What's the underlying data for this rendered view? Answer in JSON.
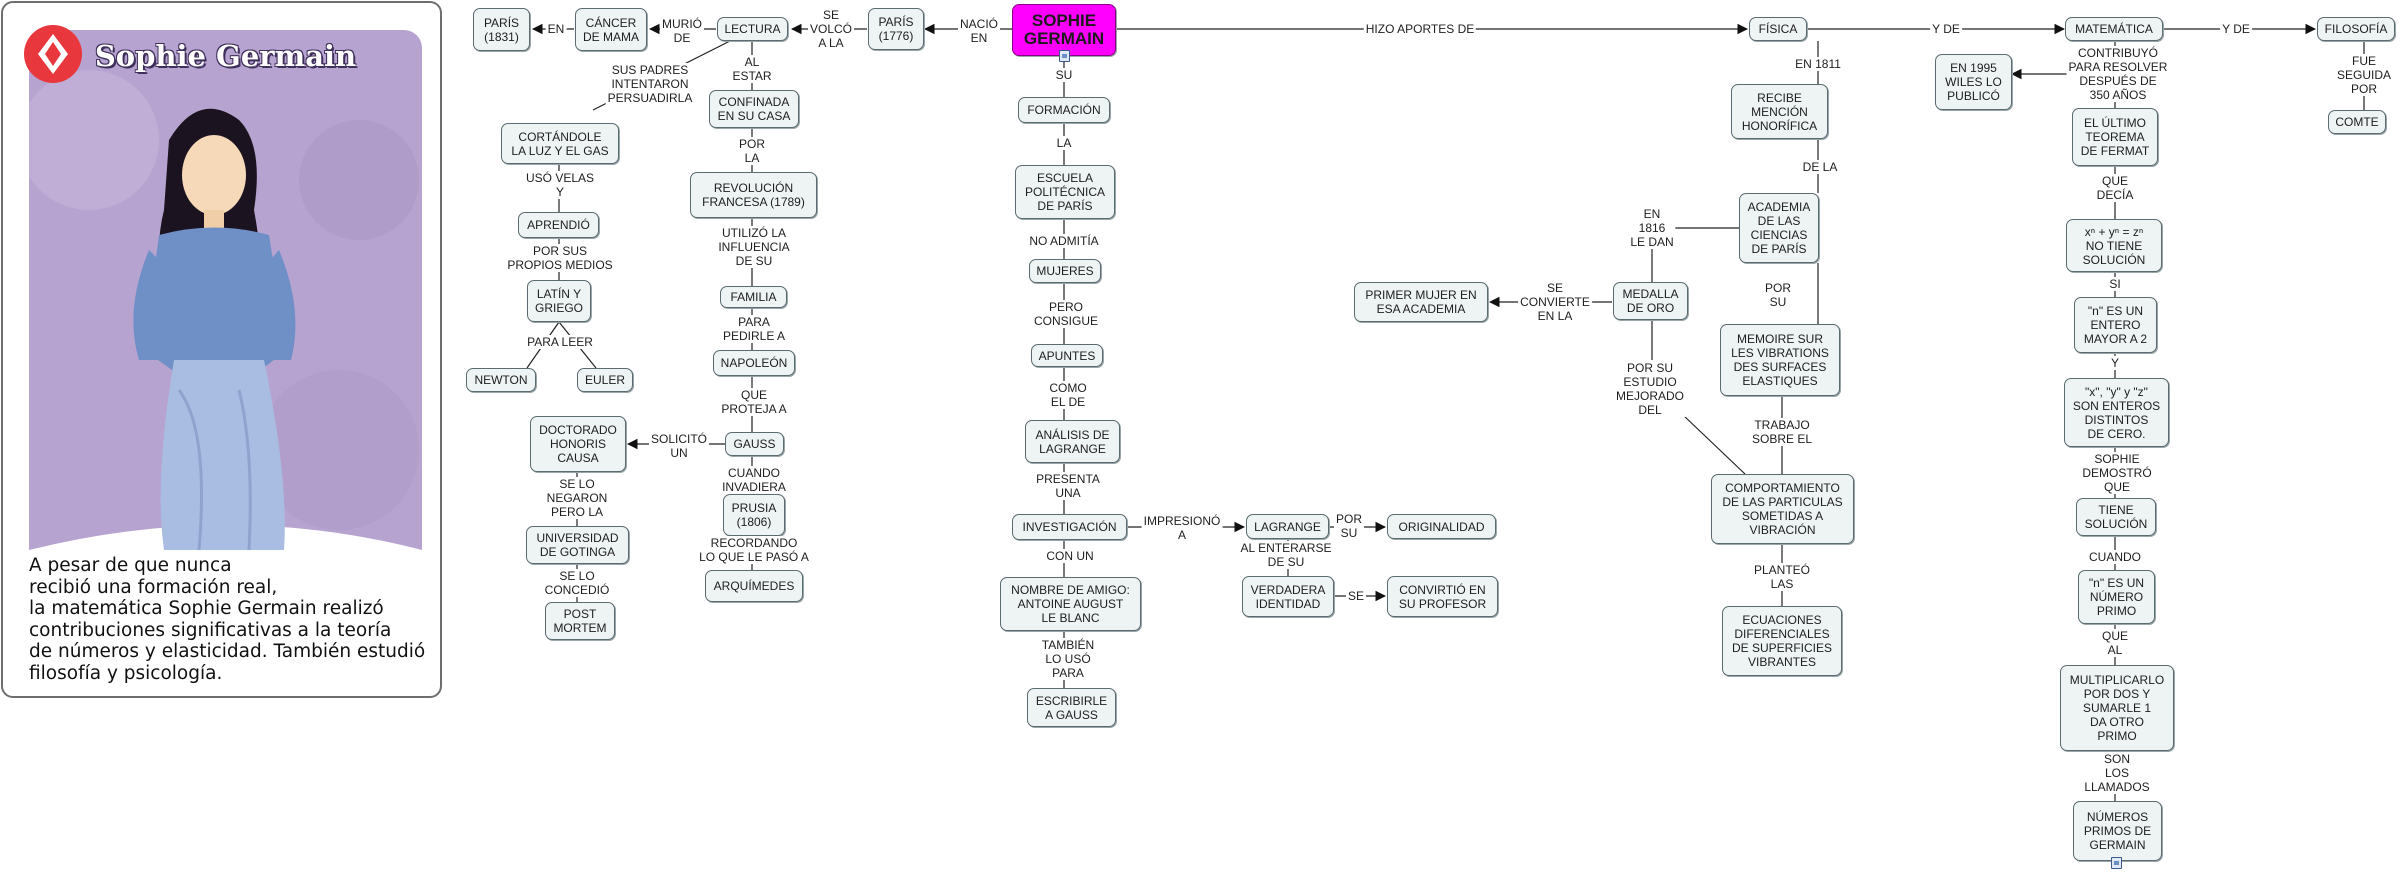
{
  "card": {
    "title": "Sophie Germain",
    "caption": "      A pesar de que nunca\n   recibió una formación real,\nla matemática Sophie Germain realizó\ncontribuciones significativas a la teoría\nde números y elasticidad. También estudió\nfilosofía y psicología.",
    "badge_icon": "diamond-badge-icon",
    "palette": {
      "card_bg": "#b7a3cf",
      "dress": "#a9bde3",
      "jacket": "#6f8fc7",
      "badge": "#e8383d"
    }
  },
  "nodes": {
    "root": "SOPHIE\nGERMAIN",
    "paris1776": "PARÍS\n(1776)",
    "lectura": "LECTURA",
    "cancer": "CÁNCER\nDE MAMA",
    "paris1831": "PARÍS\n(1831)",
    "confinada": "CONFINADA\nEN SU CASA",
    "revolucion": "REVOLUCIÓN\nFRANCESA (1789)",
    "familia": "FAMILIA",
    "napoleon": "NAPOLEÓN",
    "gauss": "GAUSS",
    "prusia": "PRUSIA\n(1806)",
    "arquimedes": "ARQUÍMEDES",
    "doctorado": "DOCTORADO\nHONORIS\nCAUSA",
    "gotinga": "UNIVERSIDAD\nDE GOTINGA",
    "postmortem": "POST\nMORTEM",
    "cortandole": "CORTÁNDOLE\nLA LUZ Y EL GAS",
    "aprendio": "APRENDIÓ",
    "latin": "LATÍN Y\nGRIEGO",
    "newton": "NEWTON",
    "euler": "EULER",
    "formacion": "FORMACIÓN",
    "escuela": "ESCUELA\nPOLITÉCNICA\nDE PARÍS",
    "mujeres": "MUJERES",
    "apuntes": "APUNTES",
    "analisis": "ANÁLISIS DE\nLAGRANGE",
    "investigacion": "INVESTIGACIÓN",
    "nombre": "NOMBRE DE AMIGO:\nANTOINE AUGUST\nLE BLANC",
    "escribirle": "ESCRIBIRLE\nA GAUSS",
    "lagrange": "LAGRANGE",
    "originalidad": "ORIGINALIDAD",
    "verdadera": "VERDADERA\nIDENTIDAD",
    "convirtio": "CONVIRTIÓ EN\nSU PROFESOR",
    "fisica": "FÍSICA",
    "mencion": "RECIBE\nMENCIÓN\nHONORÍFICA",
    "academia": "ACADEMIA\nDE LAS\nCIENCIAS\nDE PARÍS",
    "medalla": "MEDALLA\nDE ORO",
    "primer": "PRIMER MUJER EN\nESA ACADEMIA",
    "memoire": "MEMOIRE SUR\nLES VIBRATIONS\nDES SURFACES\nELASTIQUES",
    "comportamiento": "COMPORTAMIENTO\nDE LAS PARTICULAS\nSOMETIDAS A\nVIBRACIÓN",
    "ecuaciones": "ECUACIONES\nDIFERENCIALES\nDE SUPERFICIES\nVIBRANTES",
    "matematica": "MATEMÁTICA",
    "wiles": "EN 1995\nWILES LO\nPUBLICÓ",
    "fermat": "EL ÚLTIMO\nTEOREMA\nDE FERMAT",
    "formula": "xⁿ + yⁿ = zⁿ\nNO TIENE\nSOLUCIÓN",
    "nentero": "\"n\" ES UN\nENTERO\nMAYOR A 2",
    "xyz": "\"x\", \"y\" y \"z\"\nSON ENTEROS\nDISTINTOS\nDE CERO.",
    "tiene": "TIENE\nSOLUCIÓN",
    "nprimo": "\"n\" ES UN\nNÚMERO\nPRIMO",
    "multiplicarlo": "MULTIPLICARLO\nPOR DOS Y\nSUMARLE 1\nDA OTRO\nPRIMO",
    "numeros": "NÚMEROS\nPRIMOS DE\nGERMAIN",
    "filosofia": "FILOSOFÍA",
    "comte": "COMTE"
  },
  "links": {
    "nacio_en": "NACIÓ\nEN",
    "se_volco": "SE\nVOLCÓ\nA LA",
    "murio_de": "MURIÓ\nDE",
    "en": "EN",
    "al_estar": "AL\nESTAR",
    "sus_padres": "SUS PADRES\nINTENTARON\nPERSUADIRLA",
    "por_la": "POR\nLA",
    "utilizo": "UTILIZÓ LA\nINFLUENCIA\nDE SU",
    "para_pedirle": "PARA\nPEDIRLE A",
    "que_proteja": "QUE\nPROTEJA A",
    "cuando_invadiera": "CUANDO\nINVADIERA",
    "recordando": "RECORDANDO\nLO QUE LE PASÓ A",
    "solicito_un": "SOLICITÓ\nUN",
    "se_lo_negaron": "SE LO\nNEGARON\nPERO LA",
    "se_lo_concedio": "SE LO\nCONCEDIÓ",
    "uso_velas": "USÓ VELAS\nY",
    "por_sus_medios": "POR SUS\nPROPIOS MEDIOS",
    "para_leer": "PARA LEER",
    "su": "SU",
    "la": "LA",
    "no_admitia": "NO ADMITÍA",
    "pero_consigue": "PERO\nCONSIGUE",
    "como_el_de": "COMO\nEL DE",
    "presenta_una": "PRESENTA\nUNA",
    "con_un": "CON UN",
    "tambien_lo_uso": "TAMBIÉN\nLO USÓ\nPARA",
    "impresiono_a": "IMPRESIONÓ\nA",
    "por_su": "POR\nSU",
    "al_enterarse": "AL ENTERARSE\nDE SU",
    "se": "SE",
    "hizo_aportes": "HIZO APORTES DE",
    "en_1811": "EN 1811",
    "de_la": "DE LA",
    "en_1816": "EN\n1816\nLE DAN",
    "se_convierte": "SE\nCONVIERTE\nEN LA",
    "por_su_2": "POR\nSU",
    "por_su_estudio": "POR SU\nESTUDIO\nMEJORADO\nDEL",
    "trabajo_sobre": "TRABAJO\nSOBRE EL",
    "planteo_las": "PLANTEÓ\nLAS",
    "y_de_1": "Y DE",
    "y_de_2": "Y DE",
    "contribuyo": "CONTRIBUYÓ\nPARA RESOLVER\nDESPUÉS DE\n350 AÑOS",
    "que_decia": "QUE\nDECÍA",
    "si": "SI",
    "y": "Y",
    "sophie_demostro": "SOPHIE\nDEMOSTRÓ\nQUE",
    "cuando": "CUANDO",
    "que_al": "QUE\nAL",
    "son_los_llamados": "SON\nLOS\nLLAMADOS",
    "fue_seguida": "FUE\nSEGUIDA\nPOR"
  },
  "icons": {
    "attachment": "document-icon"
  }
}
